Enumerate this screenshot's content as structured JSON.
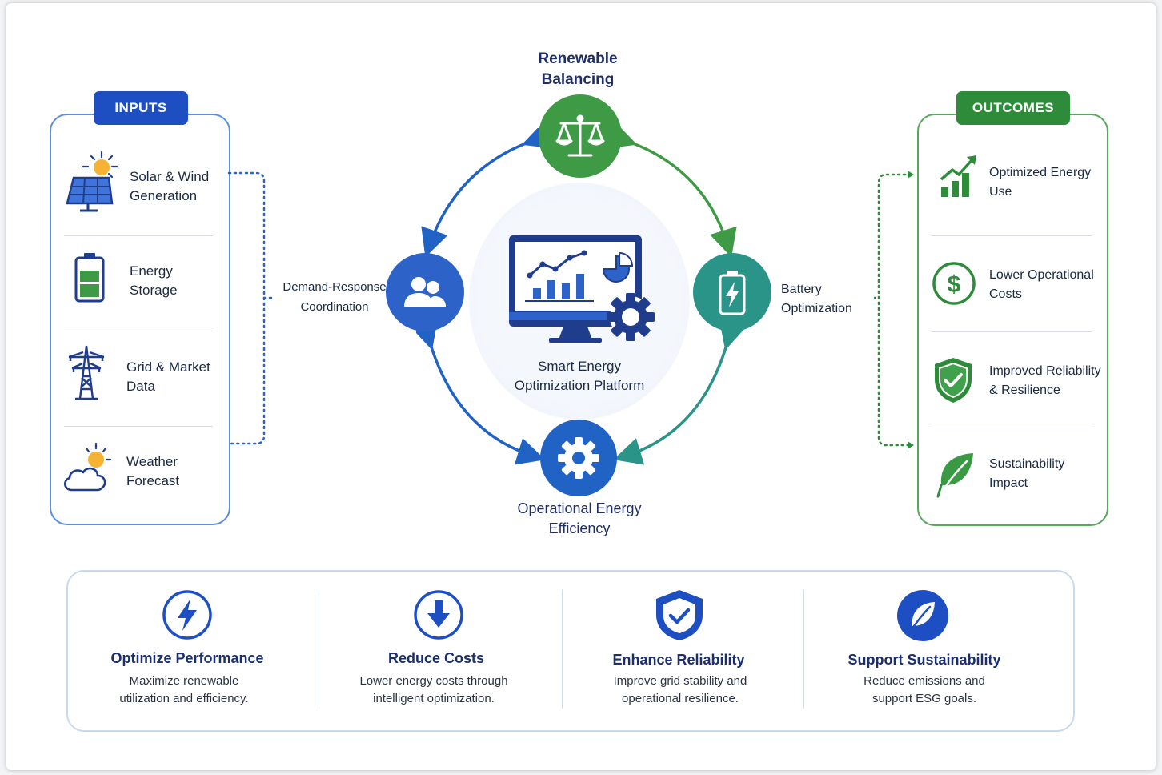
{
  "inputs": {
    "tag": "INPUTS",
    "items": [
      {
        "label": "Solar & Wind\nGeneration",
        "icon": "solar-panel-sun-icon"
      },
      {
        "label": "Energy\nStorage",
        "icon": "battery-icon"
      },
      {
        "label": "Grid & Market\nData",
        "icon": "transmission-tower-icon"
      },
      {
        "label": "Weather\nForecast",
        "icon": "cloud-sun-icon"
      }
    ]
  },
  "outcomes": {
    "tag": "OUTCOMES",
    "items": [
      {
        "label": "Optimized Energy\nUse",
        "icon": "growth-chart-icon"
      },
      {
        "label": "Lower Operational\nCosts",
        "icon": "dollar-icon"
      },
      {
        "label": "Improved Reliability\n& Resilience",
        "icon": "shield-check-icon"
      },
      {
        "label": "Sustainability\nImpact",
        "icon": "leaf-icon"
      }
    ]
  },
  "cycle": {
    "top": {
      "label": "Renewable\nBalancing",
      "icon": "scales-icon",
      "color": "#3f9a45"
    },
    "left": {
      "label": "Demand-Response\nCoordination",
      "icon": "users-icon",
      "color": "#2d63c8"
    },
    "right": {
      "label": "Battery\nOptimization",
      "icon": "battery-bolt-icon",
      "color": "#2a9489"
    },
    "bottom": {
      "label": "Operational Energy\nEfficiency",
      "icon": "gear-icon",
      "color": "#2163c4"
    },
    "center": {
      "label": "Smart Energy\nOptimization Platform",
      "icon": "monitor-analytics-gear-icon"
    }
  },
  "benefits": [
    {
      "title": "Optimize Performance",
      "desc": "Maximize renewable\nutilization and efficiency.",
      "icon": "lightning-icon"
    },
    {
      "title": "Reduce Costs",
      "desc": "Lower energy costs through\nintelligent optimization.",
      "icon": "arrow-down-icon"
    },
    {
      "title": "Enhance Reliability",
      "desc": "Improve grid stability and\noperational resilience.",
      "icon": "shield-check-icon"
    },
    {
      "title": "Support Sustainability",
      "desc": "Reduce emissions and\nsupport ESG goals.",
      "icon": "leaf-icon"
    }
  ],
  "colors": {
    "blue": "#1d4fc2",
    "green": "#2e8b3a",
    "teal": "#2a9489",
    "text": "#1a2a44"
  }
}
